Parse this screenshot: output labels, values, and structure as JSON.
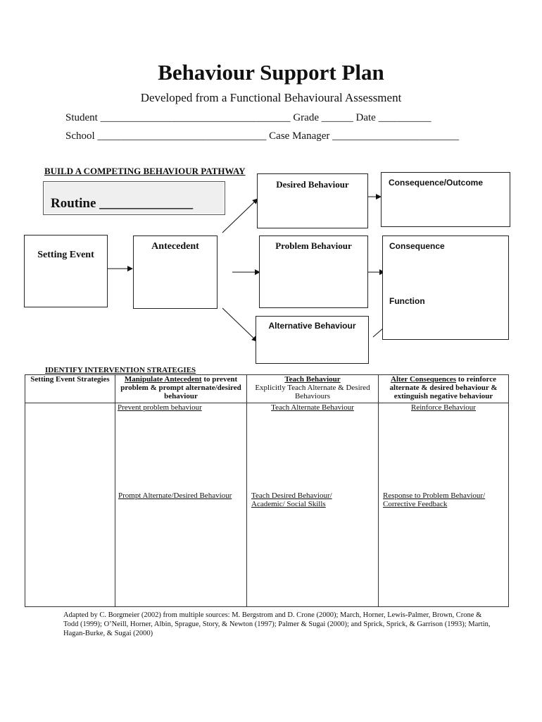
{
  "header": {
    "title": "Behaviour Support Plan",
    "subtitle": "Developed from a Functional Behavioural Assessment"
  },
  "form_fields": {
    "student_label": "Student",
    "student_blank": "____________________________________",
    "grade_label": "Grade",
    "grade_blank": "______",
    "date_label": "Date",
    "date_blank": "__________",
    "school_label": "School",
    "school_blank": "________________________________",
    "case_manager_label": "Case Manager",
    "case_manager_blank": "________________________"
  },
  "pathway": {
    "heading": "BUILD A COMPETING BEHAVIOUR PATHWAY",
    "routine_label": "Routine",
    "routine_blank": "______________",
    "setting_event": "Setting Event",
    "antecedent": "Antecedent",
    "desired_behaviour": "Desired Behaviour",
    "consequence_outcome": "Consequence/Outcome",
    "problem_behaviour": "Problem Behaviour",
    "consequence": "Consequence",
    "function": "Function",
    "alternative_behaviour": "Alternative Behaviour"
  },
  "strategies": {
    "heading": "IDENTIFY INTERVENTION STRATEGIES",
    "col1_header": "Setting Event Strategies",
    "col2_header_u": "Manipulate Antecedent",
    "col2_header_rest": "to prevent problem & prompt alternate/desired behaviour",
    "col3_header_u": "Teach Behaviour",
    "col3_header_rest": "Explicitly Teach Alternate & Desired Behaviours",
    "col4_header_u": "Alter Consequences",
    "col4_header_rest": "to reinforce alternate & desired behaviour & extinguish negative behaviour",
    "col2_item1": "Prevent problem behaviour",
    "col2_item2": "Prompt Alternate/Desired Behaviour",
    "col3_item1": "Teach Alternate Behaviour",
    "col3_item2": "Teach Desired Behaviour/ Academic/ Social Skills",
    "col4_item1": "Reinforce Behaviour",
    "col4_item2": "Response to Problem Behaviour/ Corrective Feedback"
  },
  "footer": {
    "citation": "Adapted by C. Borgmeier (2002) from multiple sources: M. Bergstrom and D. Crone (2000); March, Horner, Lewis-Palmer, Brown, Crone & Todd (1999); O’Neill, Horner, Albin, Sprague, Story, & Newton  (1997); Palmer & Sugai (2000); and Sprick, Sprick, & Garrison (1993); Martin, Hagan-Burke, & Sugai (2000)"
  }
}
